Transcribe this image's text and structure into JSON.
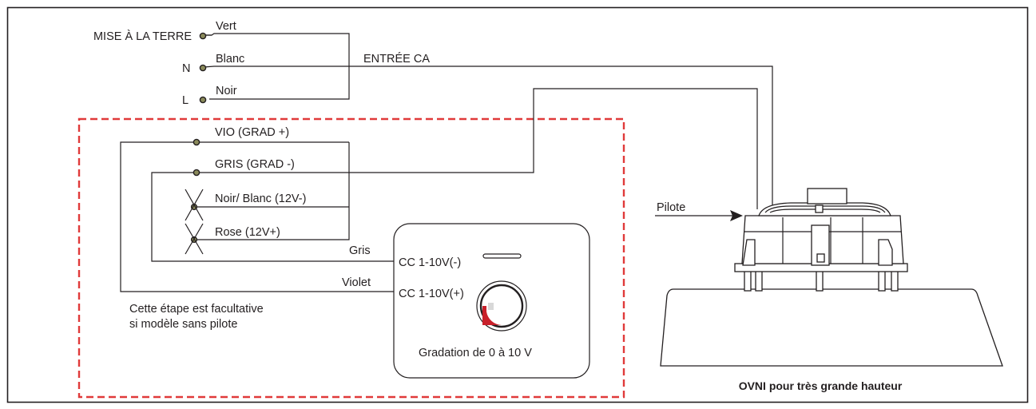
{
  "ground": {
    "label": "MISE À LA TERRE",
    "wire": "Vert"
  },
  "neutral": {
    "label": "N",
    "wire": "Blanc"
  },
  "line": {
    "label": "L",
    "wire": "Noir"
  },
  "ac_input": "ENTRÉE CA",
  "driver_wires": [
    {
      "label": "VIO (GRAD +)",
      "cut": false
    },
    {
      "label": "GRIS (GRAD -)",
      "cut": false
    },
    {
      "label": "Noir/ Blanc (12V-)",
      "cut": true
    },
    {
      "label": "Rose (12V+)",
      "cut": true
    }
  ],
  "dimmer": {
    "wire_gray": "Gris",
    "wire_violet": "Violet",
    "terminal_minus": "CC 1-10V(-)",
    "terminal_plus": "CC 1-10V(+)",
    "caption": "Gradation de 0 à 10 V"
  },
  "note_line1": "Cette étape est facultative",
  "note_line2": "si modèle sans pilote",
  "pilot_label": "Pilote",
  "fixture_caption": "OVNI pour très grande hauteur",
  "colors": {
    "dashed_box": "#e03a3a",
    "knob_red": "#c8202a",
    "wire": "#231f20",
    "terminal": "#8a8a5a"
  }
}
